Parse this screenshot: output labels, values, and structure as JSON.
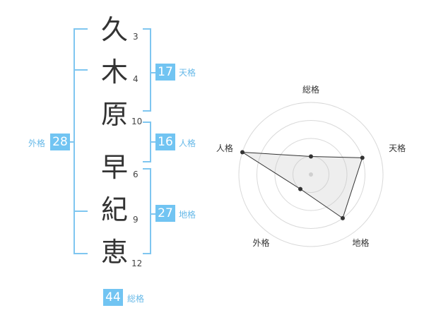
{
  "name_chars": [
    {
      "char": "久",
      "strokes": "3"
    },
    {
      "char": "木",
      "strokes": "4"
    },
    {
      "char": "原",
      "strokes": "10"
    },
    {
      "char": "早",
      "strokes": "6"
    },
    {
      "char": "紀",
      "strokes": "9"
    },
    {
      "char": "恵",
      "strokes": "12"
    }
  ],
  "fortunes": {
    "tenkaku": {
      "value": "17",
      "label": "天格"
    },
    "jinkaku": {
      "value": "16",
      "label": "人格"
    },
    "chikaku": {
      "value": "27",
      "label": "地格"
    },
    "gaikaku": {
      "value": "28",
      "label": "外格"
    },
    "soukaku": {
      "value": "44",
      "label": "総格"
    }
  },
  "colors": {
    "accent": "#71c4f2",
    "bracket": "#7fc6f0",
    "text": "#333333"
  },
  "chart_data": {
    "type": "radar",
    "axes": [
      "総格",
      "天格",
      "地格",
      "外格",
      "人格"
    ],
    "max": 4,
    "values": [
      1,
      3,
      3,
      1,
      4
    ]
  }
}
